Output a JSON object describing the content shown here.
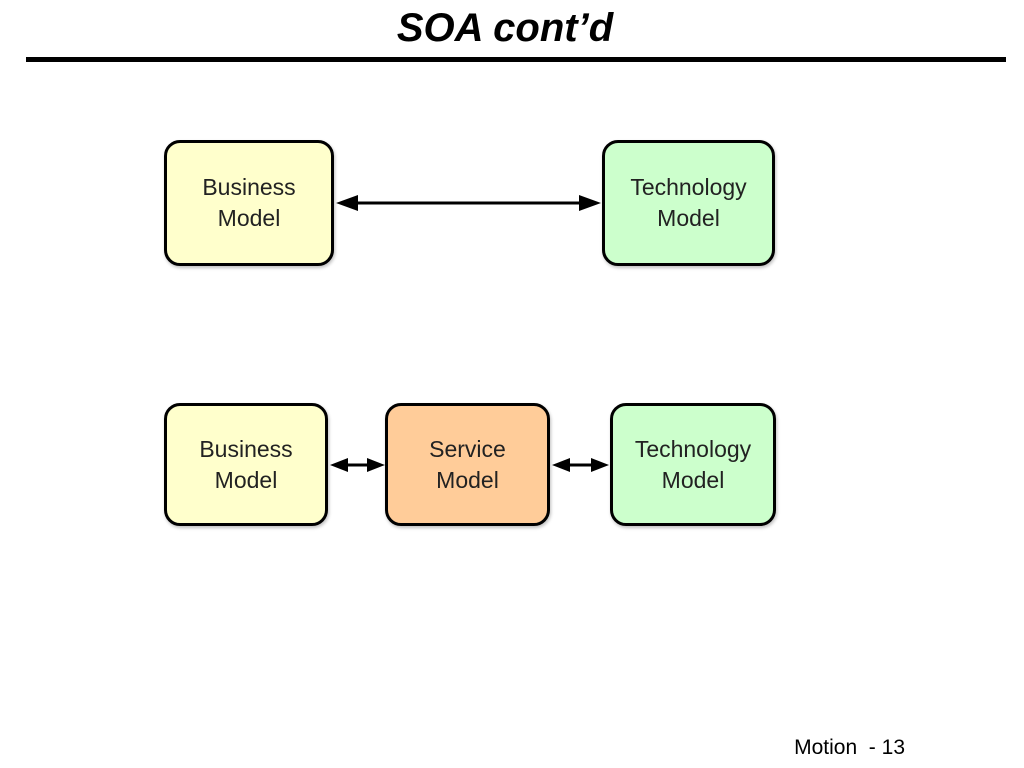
{
  "slide": {
    "title": "SOA cont’d",
    "footer": "Motion  - 13"
  },
  "diagram_top": {
    "business_model": "Business\nModel",
    "technology_model": "Technology\nModel"
  },
  "diagram_bottom": {
    "business_model": "Business\nModel",
    "service_model": "Service\nModel",
    "technology_model": "Technology\nModel"
  },
  "colors": {
    "business_fill": "#ffffcc",
    "technology_fill": "#ccffcc",
    "service_fill": "#ffcc99",
    "outline": "#000000"
  }
}
